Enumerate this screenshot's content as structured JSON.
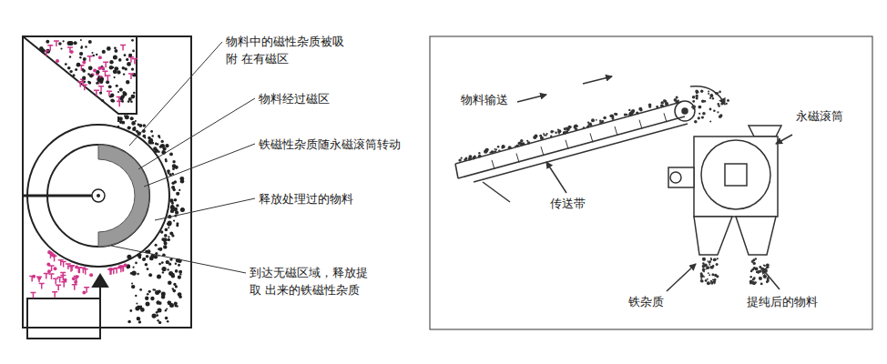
{
  "diagram": {
    "labels": [
      "物料中的磁性杂质被吸附 在有磁区",
      "物料经过磁区",
      "铁磁性杂质随永磁滚筒转动",
      "释放处理过的物料",
      "到达无磁区域，释放提取 出来的铁磁性杂质",
      "物料输送",
      "永磁滚筒",
      "传送带",
      "铁杂质",
      "提纯后的物料"
    ]
  }
}
